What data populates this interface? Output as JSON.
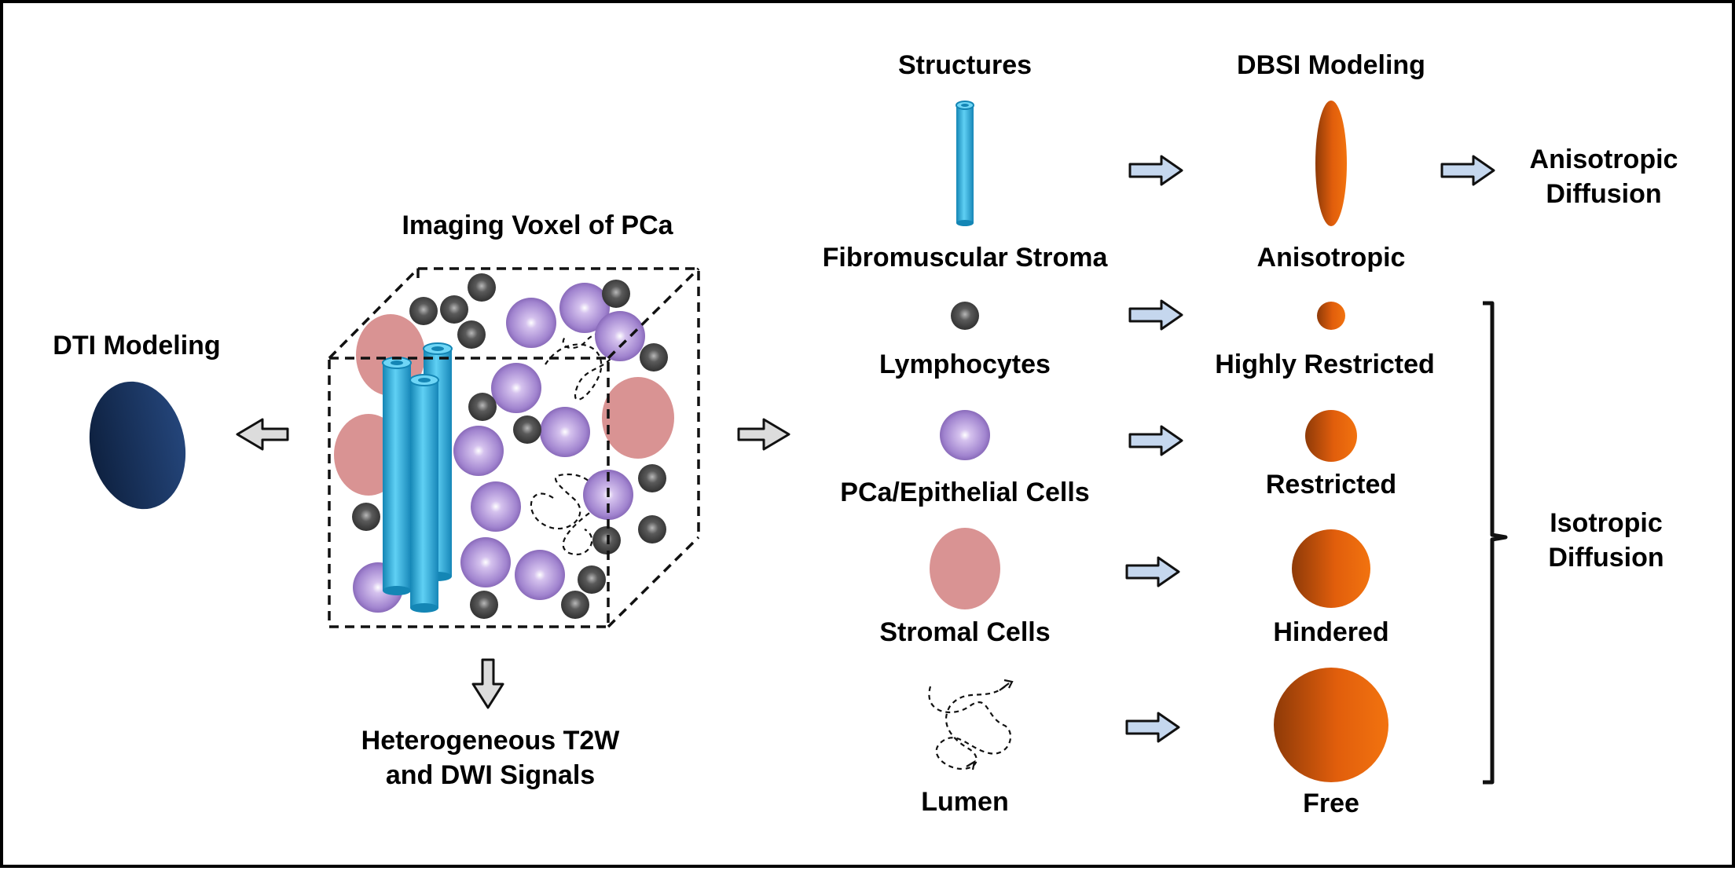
{
  "left": {
    "dti_title": "DTI Modeling",
    "voxel_title": "Imaging Voxel of PCa",
    "signals_line1": "Heterogeneous T2W",
    "signals_line2": "and DWI Signals"
  },
  "columns": {
    "structures_title": "Structures",
    "dbsi_title": "DBSI Modeling"
  },
  "structures": [
    {
      "label": "Fibromuscular Stroma",
      "icon": "fiber-icon"
    },
    {
      "label": "Lymphocytes",
      "icon": "lymphocyte-icon"
    },
    {
      "label": "PCa/Epithelial Cells",
      "icon": "epithelial-cell-icon"
    },
    {
      "label": "Stromal Cells",
      "icon": "stromal-cell-icon"
    },
    {
      "label": "Lumen",
      "icon": "random-walk-icon"
    }
  ],
  "dbsi": [
    {
      "label": "Anisotropic",
      "icon": "ellipsoid-icon"
    },
    {
      "label": "Highly Restricted",
      "icon": "sphere-icon"
    },
    {
      "label": "Restricted",
      "icon": "sphere-icon"
    },
    {
      "label": "Hindered",
      "icon": "sphere-icon"
    },
    {
      "label": "Free",
      "icon": "sphere-icon"
    }
  ],
  "outcomes": {
    "anisotropic_line1": "Anisotropic",
    "anisotropic_line2": "Diffusion",
    "isotropic_line1": "Isotropic",
    "isotropic_line2": "Diffusion"
  },
  "colors": {
    "fiber": "#1fa6d8",
    "lymphocyte": "#4a4a4a",
    "epithelial": "#a98ad0",
    "stromal": "#d99393",
    "dbsi_orange": "#e8640c",
    "dti_navy": "#1b3a66",
    "arrow_blue": "#c5d7ee",
    "arrow_gray": "#dcdcdc"
  }
}
